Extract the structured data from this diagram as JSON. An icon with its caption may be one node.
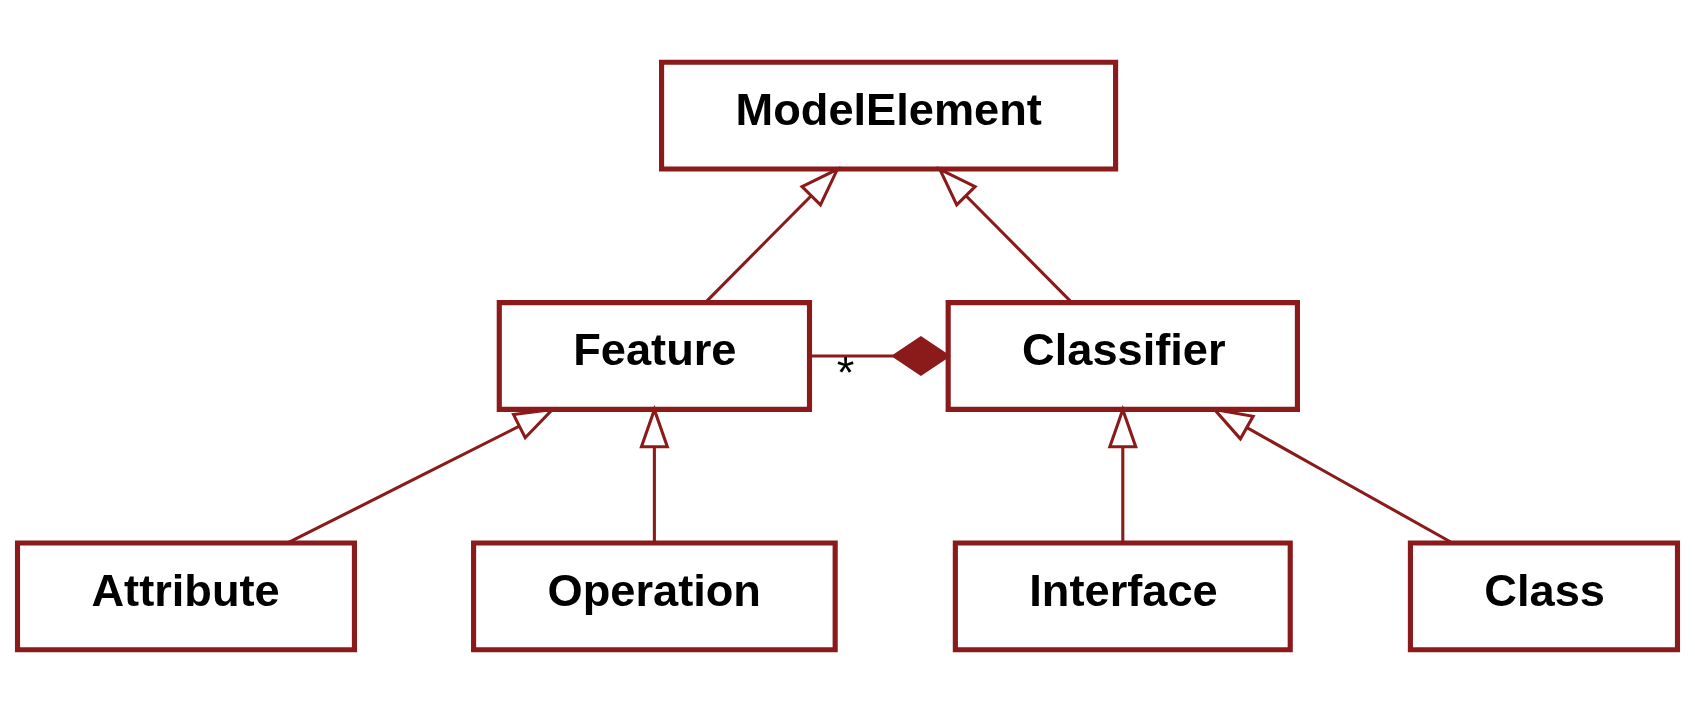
{
  "diagram": {
    "nodes": [
      {
        "text": [
          "ModelElement"
        ]
      },
      {
        "text": [
          "Feature"
        ]
      },
      {
        "text": [
          "Classifier"
        ]
      },
      {
        "text": [
          "Attribute"
        ]
      },
      {
        "text": [
          "Operation"
        ]
      },
      {
        "text": [
          "Interface"
        ]
      },
      {
        "text": [
          "Class"
        ]
      }
    ],
    "edges": [
      {
        "from": 1,
        "to": 0,
        "arrow": "to"
      },
      {
        "from": 2,
        "to": 0,
        "arrow": "to"
      },
      {
        "from": 1,
        "to": 2,
        "arrow": "other",
        "label": "*"
      },
      {
        "from": 3,
        "to": 1,
        "arrow": "to"
      },
      {
        "from": 4,
        "to": 1,
        "arrow": "to"
      },
      {
        "from": 5,
        "to": 2,
        "arrow": "to"
      },
      {
        "from": 6,
        "to": 2,
        "arrow": "to"
      }
    ]
  }
}
